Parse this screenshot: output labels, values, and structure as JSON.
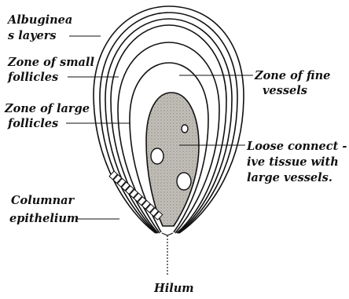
{
  "labels": {
    "albuginea_1": "Albuginea",
    "albuginea_2": "s layers",
    "small_1": "Zone of small",
    "small_2": "follicles",
    "large_1": "Zone of large",
    "large_2": "follicles",
    "columnar_1": "Columnar",
    "columnar_2": "epithelium",
    "fine_1": "Zone of fine",
    "fine_2": "vessels",
    "loose_1": "Loose connect -",
    "loose_2": "ive tissue with",
    "loose_3": "large vessels.",
    "hilum": "Hilum"
  },
  "colors": {
    "ink": "#111111",
    "stroma_fill": "#bdb9b3",
    "background": "#ffffff"
  }
}
